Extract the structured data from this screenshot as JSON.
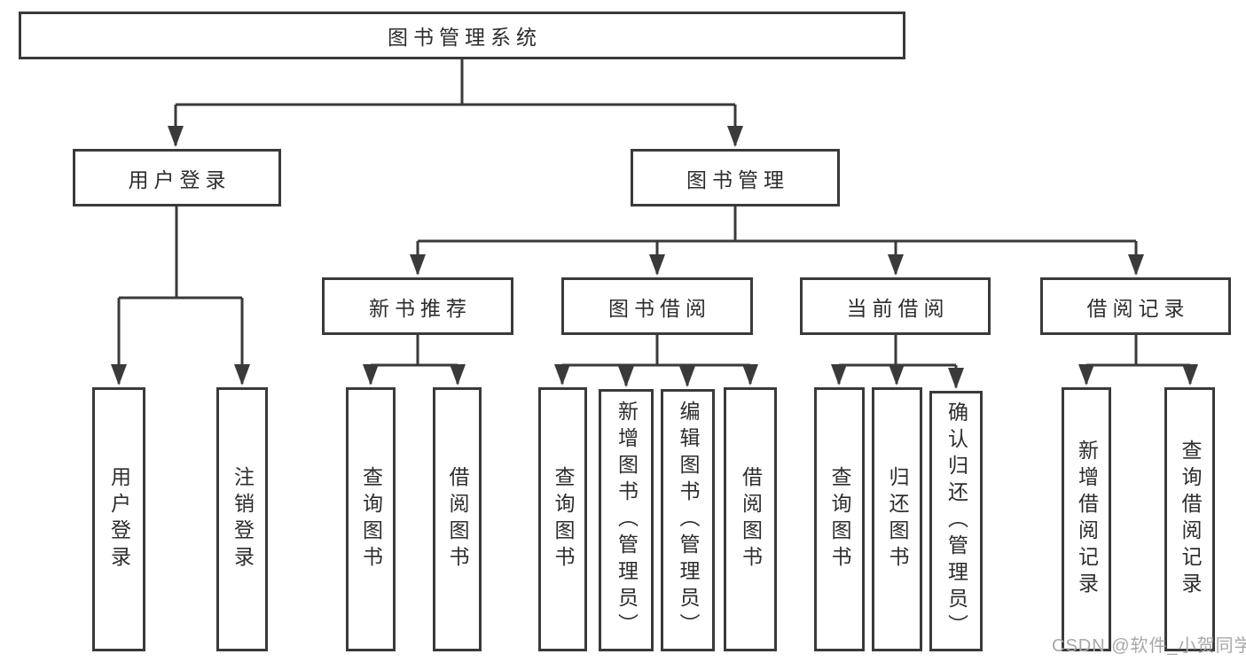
{
  "colors": {
    "line": "#3a3a3a",
    "text": "#2d2d2d",
    "watermark": "#a8a8a8",
    "background": "#ffffff"
  },
  "watermark": {
    "text": "CSDN @软件_小贺同学"
  },
  "tree": {
    "root": {
      "label": "图书管理系统"
    },
    "branches": [
      {
        "label": "用户登录",
        "children": [
          {
            "label": "用户登录"
          },
          {
            "label": "注销登录"
          }
        ]
      },
      {
        "label": "图书管理",
        "children": [
          {
            "label": "新书推荐",
            "children": [
              {
                "label": "查询图书"
              },
              {
                "label": "借阅图书"
              }
            ]
          },
          {
            "label": "图书借阅",
            "children": [
              {
                "label": "查询图书"
              },
              {
                "label": "新增图书（管理员）"
              },
              {
                "label": "编辑图书（管理员）"
              },
              {
                "label": "借阅图书"
              }
            ]
          },
          {
            "label": "当前借阅",
            "children": [
              {
                "label": "查询图书"
              },
              {
                "label": "归还图书"
              },
              {
                "label": "确认归还（管理员）"
              }
            ]
          },
          {
            "label": "借阅记录",
            "children": [
              {
                "label": "新增借阅记录"
              },
              {
                "label": "查询借阅记录"
              }
            ]
          }
        ]
      }
    ]
  }
}
